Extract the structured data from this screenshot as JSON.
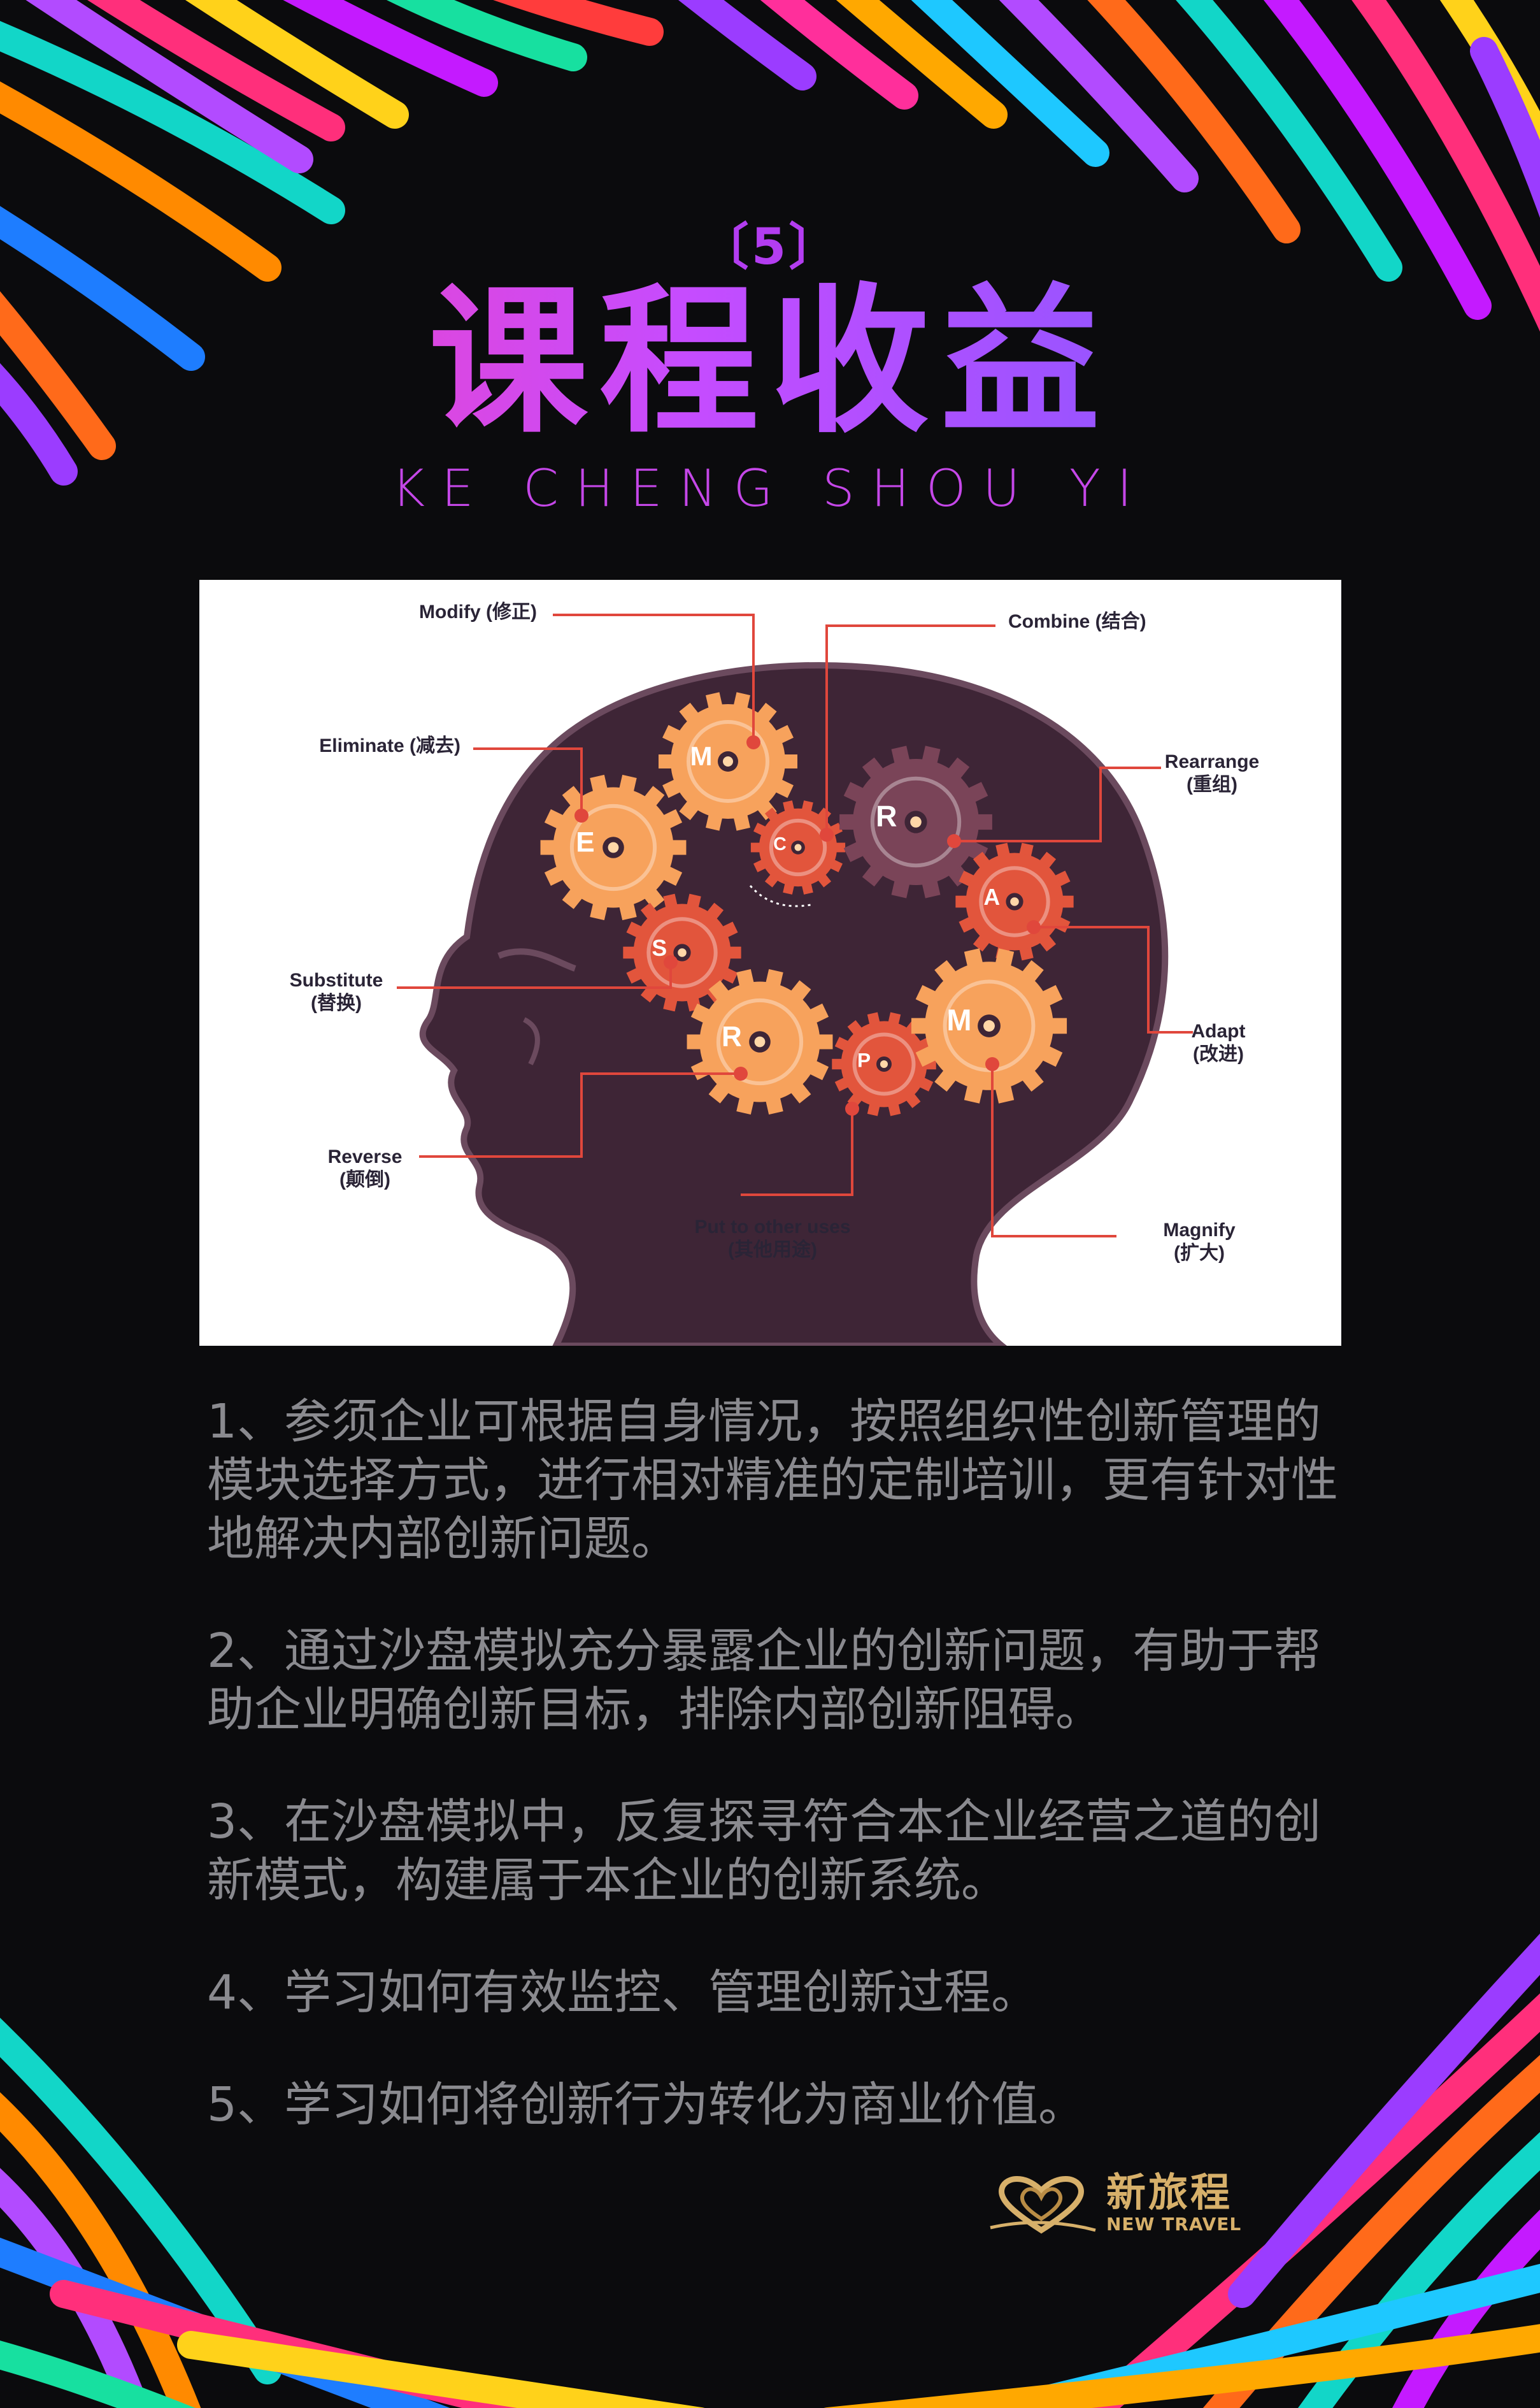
{
  "header": {
    "badge": "〔5〕",
    "title": "课程收益",
    "subtitle": "KE CHENG SHOU YI"
  },
  "diagram": {
    "gears": [
      {
        "letter": "M",
        "label": "Modify",
        "label_cn": "(修正)"
      },
      {
        "letter": "E",
        "label": "Eliminate",
        "label_cn": "(减去)"
      },
      {
        "letter": "C",
        "label": "Combine",
        "label_cn": "(结合)"
      },
      {
        "letter": "R",
        "label": "Rearrange",
        "label_cn": "(重组)"
      },
      {
        "letter": "A",
        "label": "Adapt",
        "label_cn": "(改进)"
      },
      {
        "letter": "S",
        "label": "Substitute",
        "label_cn": "(替换)"
      },
      {
        "letter": "R",
        "label": "Reverse",
        "label_cn": "(颠倒)"
      },
      {
        "letter": "P",
        "label": "Put to other uses",
        "label_cn": "(其他用途)"
      },
      {
        "letter": "M",
        "label": "Magnify",
        "label_cn": "(扩大)"
      }
    ],
    "colors": {
      "head": "#3e2536",
      "head_outline": "#6b4a5e",
      "gear_light": "#f7a25c",
      "gear_dark": "#e2553c",
      "gear_purple": "#7a4458",
      "leader": "#e0473c"
    }
  },
  "points": [
    "1、参须企业可根据自身情况，按照组织性创新管理的模块选择方式，进行相对精准的定制培训，更有针对性地解决内部创新问题。",
    "2、通过沙盘模拟充分暴露企业的创新问题，有助于帮助企业明确创新目标，排除内部创新阻碍。",
    "3、在沙盘模拟中，反复探寻符合本企业经营之道的创新模式，构建属于本企业的创新系统。",
    "4、学习如何有效监控、管理创新过程。",
    "5、学习如何将创新行为转化为商业价值。"
  ],
  "logo": {
    "name_cn": "新旅程",
    "name_en": "NEW TRAVEL",
    "icon": "heart-swirl-logo-icon",
    "color": "#d7b06a"
  },
  "colors": {
    "background": "#0b0b0d",
    "accent_pink": "#ff3fb0",
    "accent_purple": "#b33df0",
    "accent_blue": "#6a5cff",
    "body_text": "#8a8a8f"
  }
}
